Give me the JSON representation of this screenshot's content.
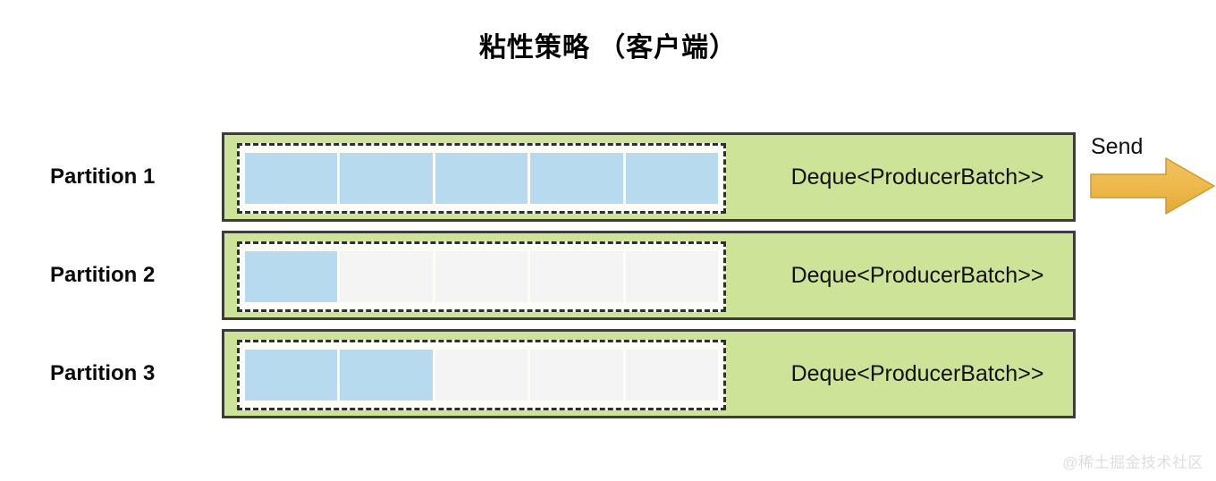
{
  "diagram": {
    "title": "粘性策略 （客户端）",
    "watermark": "@稀土掘金技术社区",
    "colors": {
      "green_box": "#cde498",
      "box_border": "#3c3c3c",
      "dashed_border": "#2f2f2f",
      "inner_background": "#fdfdf8",
      "cell_filled": "#b8daee",
      "cell_empty": "#f4f4f4",
      "arrow_fill": "#edb84e",
      "arrow_border": "#c98f2c",
      "text": "#111111",
      "watermark": "#dedede"
    },
    "rows": [
      {
        "label": "Partition 1",
        "deque_label": "Deque<ProducerBatch>>",
        "cell_count": 5,
        "filled_count": 5,
        "cells": [
          "filled",
          "filled",
          "filled",
          "filled",
          "filled"
        ]
      },
      {
        "label": "Partition 2",
        "deque_label": "Deque<ProducerBatch>>",
        "cell_count": 5,
        "filled_count": 1,
        "cells": [
          "filled",
          "empty",
          "empty",
          "empty",
          "empty"
        ]
      },
      {
        "label": "Partition 3",
        "deque_label": "Deque<ProducerBatch>>",
        "cell_count": 5,
        "filled_count": 2,
        "cells": [
          "filled",
          "filled",
          "empty",
          "empty",
          "empty"
        ]
      }
    ],
    "send": {
      "label": "Send",
      "icon": "arrow-right-icon"
    }
  }
}
